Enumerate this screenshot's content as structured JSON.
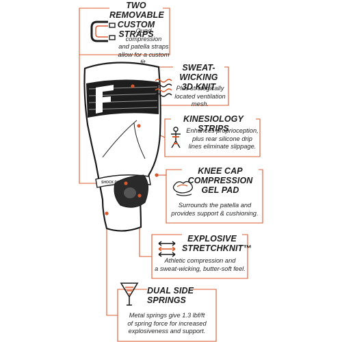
{
  "accent_color": "#d9582b",
  "callouts": {
    "straps": {
      "icon": "strap-icon",
      "title_lines": [
        "TWO REMOVABLE",
        "CUSTOM STRAPS"
      ],
      "desc_lines": [
        "Quad compression",
        "and patella straps",
        "allow for a custom fit."
      ]
    },
    "knit": {
      "icon": "wave-knit-icon",
      "title_lines": [
        "SWEAT-WICKING",
        "3D KNIT"
      ],
      "desc_lines": [
        "Plus strategically",
        "located ventilation mesh."
      ]
    },
    "kinesiology": {
      "icon": "tape-figure-icon",
      "title_lines": [
        "KINESIOLOGY STRIPS"
      ],
      "desc_lines": [
        "Enhances proprioception,",
        "plus rear silicone drip",
        "lines eliminate slippage."
      ]
    },
    "gelpad": {
      "icon": "gel-pad-icon",
      "title_lines": [
        "KNEE CAP",
        "COMPRESSION",
        "GEL PAD"
      ],
      "desc_lines": [
        "Surrounds the patella and",
        "provides support & cushioning."
      ]
    },
    "stretch": {
      "icon": "stretch-arrows-icon",
      "title_lines": [
        "EXPLOSIVE",
        "STRETCHKNIT™"
      ],
      "desc_lines": [
        "Athletic compression and",
        "a sweat-wicking, butter-soft feel."
      ]
    },
    "springs": {
      "icon": "spring-icon",
      "title_lines": [
        "DUAL SIDE",
        "SPRINGS"
      ],
      "desc_lines": [
        "Metal springs give 1.3 lbf/ft",
        "of spring force for increased",
        "explosiveness and support."
      ]
    }
  },
  "brace": {
    "strap_label": "SHOCK DOCTOR"
  }
}
